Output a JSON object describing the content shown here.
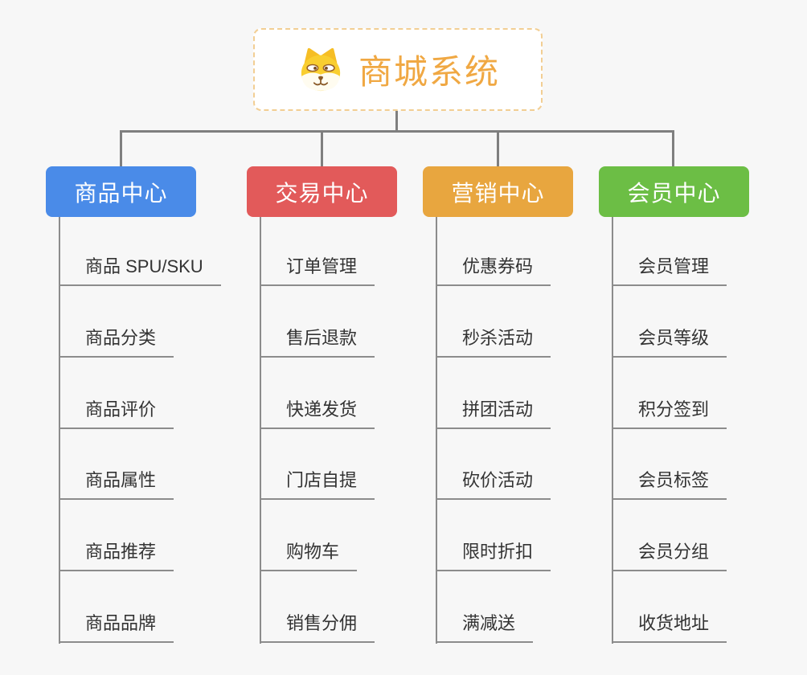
{
  "diagram": {
    "root": {
      "title": "商城系统",
      "icon": "dog-face-icon",
      "title_color": "#F0A843",
      "border_color": "#F2CE93"
    },
    "branches": [
      {
        "label": "商品中心",
        "color": "#4A8BE8",
        "items": [
          "商品 SPU/SKU",
          "商品分类",
          "商品评价",
          "商品属性",
          "商品推荐",
          "商品品牌"
        ]
      },
      {
        "label": "交易中心",
        "color": "#E25A5A",
        "items": [
          "订单管理",
          "售后退款",
          "快递发货",
          "门店自提",
          "购物车",
          "销售分佣"
        ]
      },
      {
        "label": "营销中心",
        "color": "#E8A63F",
        "items": [
          "优惠券码",
          "秒杀活动",
          "拼团活动",
          "砍价活动",
          "限时折扣",
          "满减送"
        ]
      },
      {
        "label": "会员中心",
        "color": "#6CBE45",
        "items": [
          "会员管理",
          "会员等级",
          "积分签到",
          "会员标签",
          "会员分组",
          "收货地址"
        ]
      }
    ],
    "colors": {
      "background": "#F7F7F7",
      "connector": "#7F7F7F",
      "leaf_line": "#8C8C8C",
      "leaf_text": "#333333"
    }
  }
}
